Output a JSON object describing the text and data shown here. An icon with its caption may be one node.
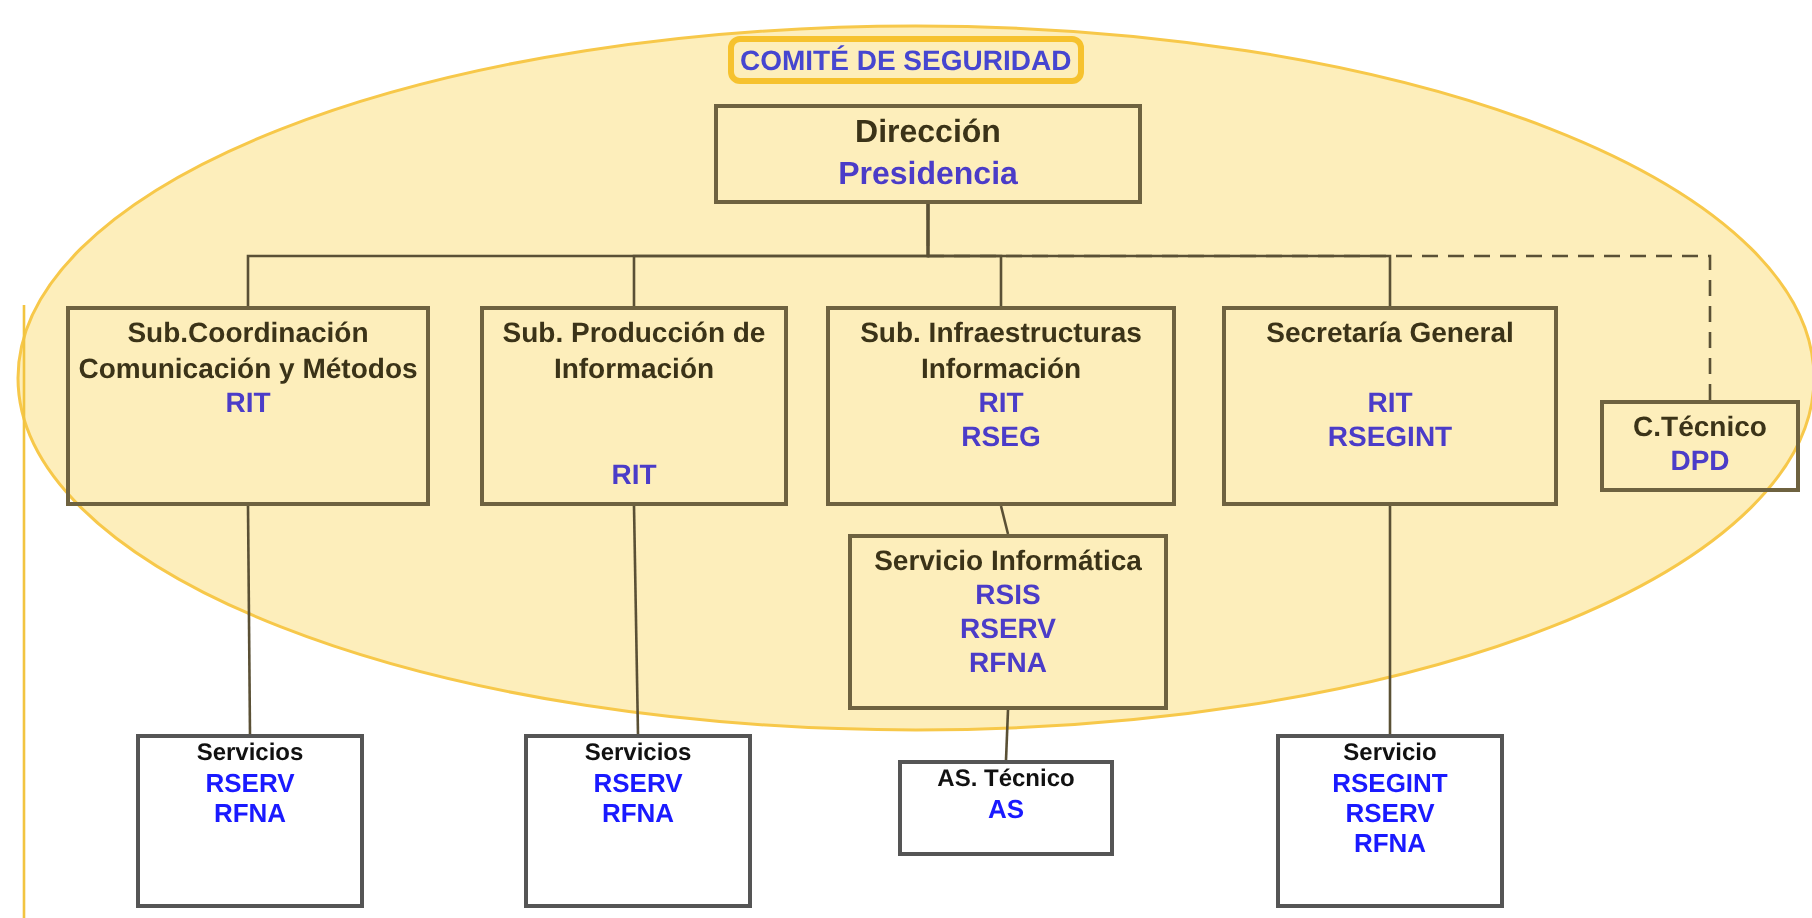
{
  "diagram": {
    "nodes": [
      {
        "text": [
          "COMITÉ DE SEGURIDAD"
        ]
      },
      {
        "text": [
          "Dirección",
          "Presidencia"
        ],
        "in": 0
      },
      {
        "text": [
          "Sub.Coordinación Comunicación y Métodos",
          "RIT"
        ],
        "in": 0
      },
      {
        "text": [
          "Sub. Producción de Información",
          "RIT"
        ],
        "in": 0
      },
      {
        "text": [
          "Sub. Infraestructuras Información",
          "RIT",
          "RSEG"
        ],
        "in": 0
      },
      {
        "text": [
          "Secretaría General",
          "RIT",
          "RSEGINT"
        ],
        "in": 0
      },
      {
        "text": [
          "C.Técnico",
          "DPD"
        ],
        "in": 0
      },
      {
        "text": [
          "Servicio Informática",
          "RSIS",
          "RSERV",
          "RFNA"
        ],
        "in": 0
      },
      {
        "text": [
          "Servicios",
          "RSERV",
          "RFNA"
        ]
      },
      {
        "text": [
          "Servicios",
          "RSERV",
          "RFNA"
        ]
      },
      {
        "text": [
          "AS. Técnico",
          "AS"
        ]
      },
      {
        "text": [
          "Servicio",
          "RSEGINT",
          "RSERV",
          "RFNA"
        ]
      }
    ],
    "edges": [
      {
        "from": 1,
        "to": 2,
        "arrow": "none"
      },
      {
        "from": 1,
        "to": 3,
        "arrow": "none"
      },
      {
        "from": 1,
        "to": 4,
        "arrow": "none"
      },
      {
        "from": 1,
        "to": 5,
        "arrow": "none"
      },
      {
        "from": 1,
        "to": 6,
        "arrow": "none",
        "style": "dashed"
      },
      {
        "from": 2,
        "to": 8,
        "arrow": "none"
      },
      {
        "from": 3,
        "to": 9,
        "arrow": "none"
      },
      {
        "from": 4,
        "to": 7,
        "arrow": "none"
      },
      {
        "from": 7,
        "to": 10,
        "arrow": "none"
      },
      {
        "from": 5,
        "to": 11,
        "arrow": "none"
      },
      {
        "from": 0,
        "to": null,
        "arrow": "none",
        "color": "#f2c440"
      }
    ]
  }
}
